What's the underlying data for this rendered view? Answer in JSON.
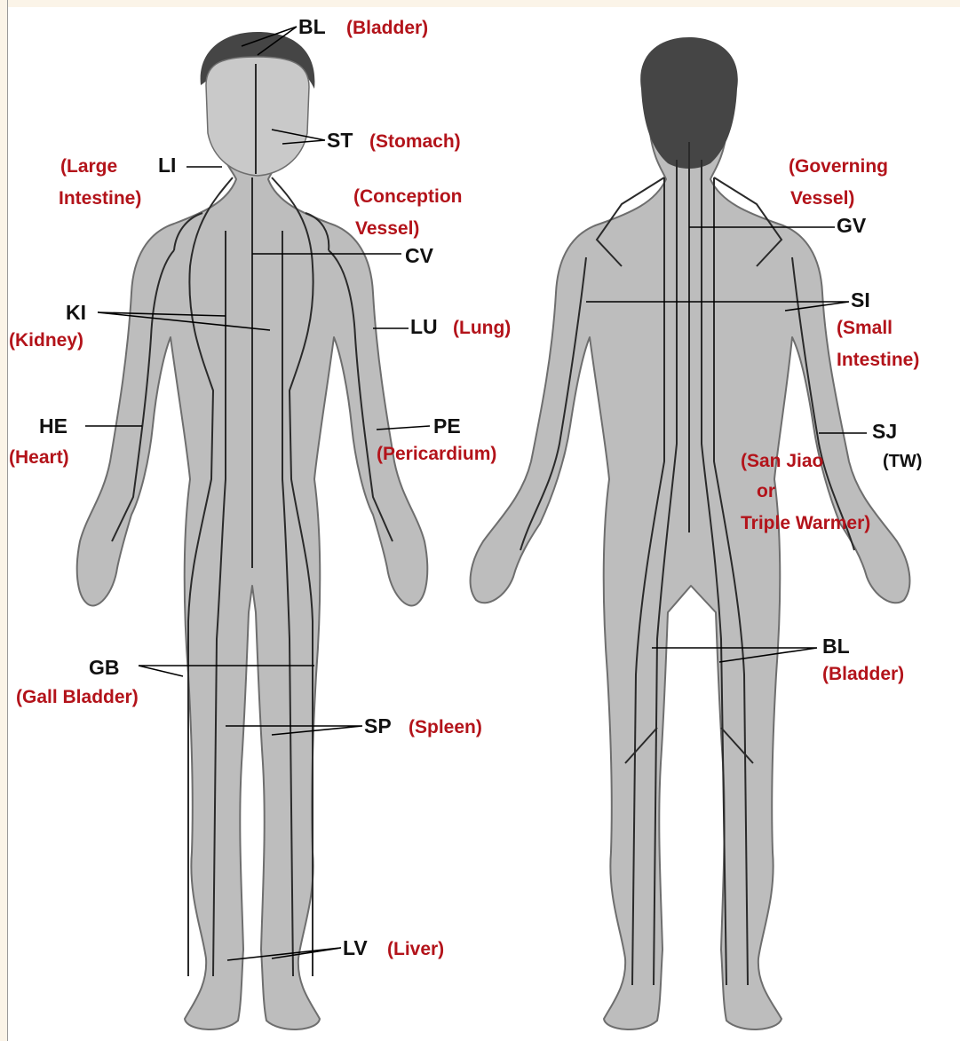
{
  "colors": {
    "background": "#fbf4e8",
    "panel": "#ffffff",
    "label_code": "#111111",
    "label_name": "#b3131a",
    "skin_fill": "#bdbdbd",
    "skin_outline": "#6e6e6e",
    "hair": "#454545",
    "meridian_line": "#2a2a2a",
    "leader_line": "#000000"
  },
  "front_labels": {
    "bl_code": "BL",
    "bl_name": "(Bladder)",
    "st_code": "ST",
    "st_name": "(Stomach)",
    "li_code": "LI",
    "li_name_1": "(Large",
    "li_name_2": "Intestine)",
    "cv_name_1": "(Conception",
    "cv_name_2": "Vessel)",
    "cv_code": "CV",
    "ki_code": "KI",
    "ki_name": "(Kidney)",
    "lu_code": "LU",
    "lu_name": "(Lung)",
    "he_code": "HE",
    "he_name": "(Heart)",
    "pe_code": "PE",
    "pe_name": "(Pericardium)",
    "gb_code": "GB",
    "gb_name": "(Gall Bladder)",
    "sp_code": "SP",
    "sp_name": "(Spleen)",
    "lv_code": "LV",
    "lv_name": "(Liver)"
  },
  "back_labels": {
    "gv_name_1": "(Governing",
    "gv_name_2": "Vessel)",
    "gv_code": "GV",
    "si_code": "SI",
    "si_name_1": "(Small",
    "si_name_2": "Intestine)",
    "sj_code": "SJ",
    "sj_name_1": "(San Jiao",
    "sj_code_alt": "(TW)",
    "sj_name_2": "or",
    "sj_name_3": "Triple Warmer)",
    "bl_code": "BL",
    "bl_name": "(Bladder)"
  }
}
